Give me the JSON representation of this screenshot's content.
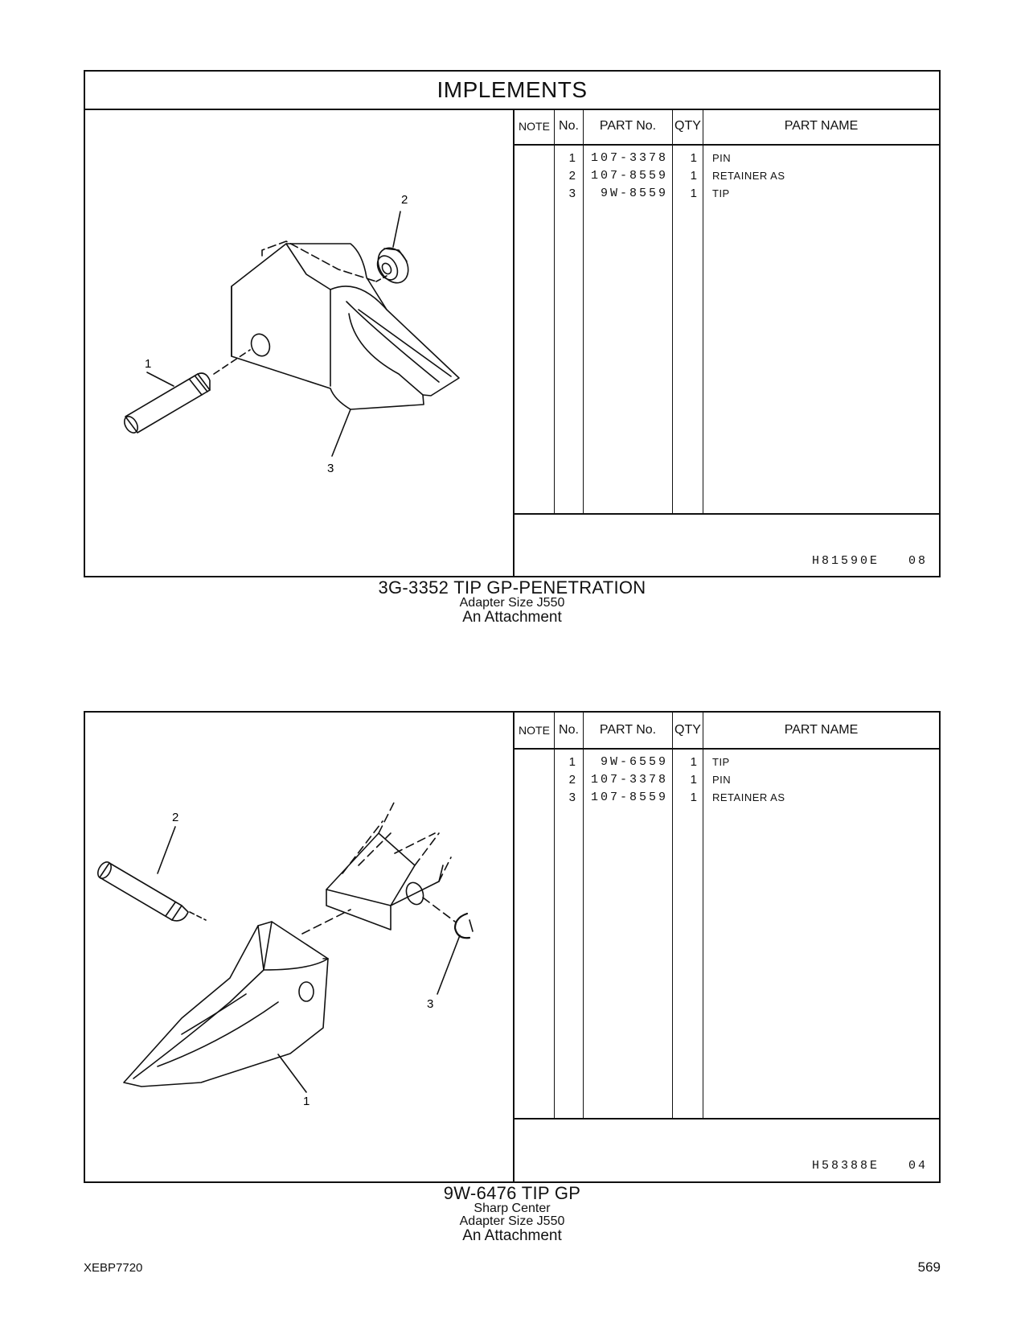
{
  "section_title": "IMPLEMENTS",
  "table_headers": {
    "note": "NOTE",
    "no": "No.",
    "part_no": "PART No.",
    "qty": "QTY",
    "part_name": "PART NAME"
  },
  "groups": [
    {
      "parts": [
        {
          "no": "1",
          "part_no": "107-3378",
          "qty": "1",
          "name": "PIN"
        },
        {
          "no": "2",
          "part_no": "107-8559",
          "qty": "1",
          "name": "RETAINER  AS"
        },
        {
          "no": "3",
          "part_no": "9W-8559",
          "qty": "1",
          "name": "TIP"
        }
      ],
      "illustration_code": "H81590E",
      "illustration_rev": "08",
      "callouts": [
        "1",
        "2",
        "3"
      ],
      "caption_main": "3G-3352   TIP  GP-PENETRATION",
      "caption_lines": [
        "Adapter Size J550"
      ],
      "caption_attachment": "An Attachment"
    },
    {
      "parts": [
        {
          "no": "1",
          "part_no": "9W-6559",
          "qty": "1",
          "name": "TIP"
        },
        {
          "no": "2",
          "part_no": "107-3378",
          "qty": "1",
          "name": "PIN"
        },
        {
          "no": "3",
          "part_no": "107-8559",
          "qty": "1",
          "name": "RETAINER  AS"
        }
      ],
      "illustration_code": "H58388E",
      "illustration_rev": "04",
      "callouts": [
        "1",
        "2",
        "3"
      ],
      "caption_main": "9W-6476   TIP  GP",
      "caption_lines": [
        "Sharp  Center",
        "Adapter Size J550"
      ],
      "caption_attachment": "An Attachment"
    }
  ],
  "footer": {
    "doc_id": "XEBP7720",
    "page": "569"
  }
}
